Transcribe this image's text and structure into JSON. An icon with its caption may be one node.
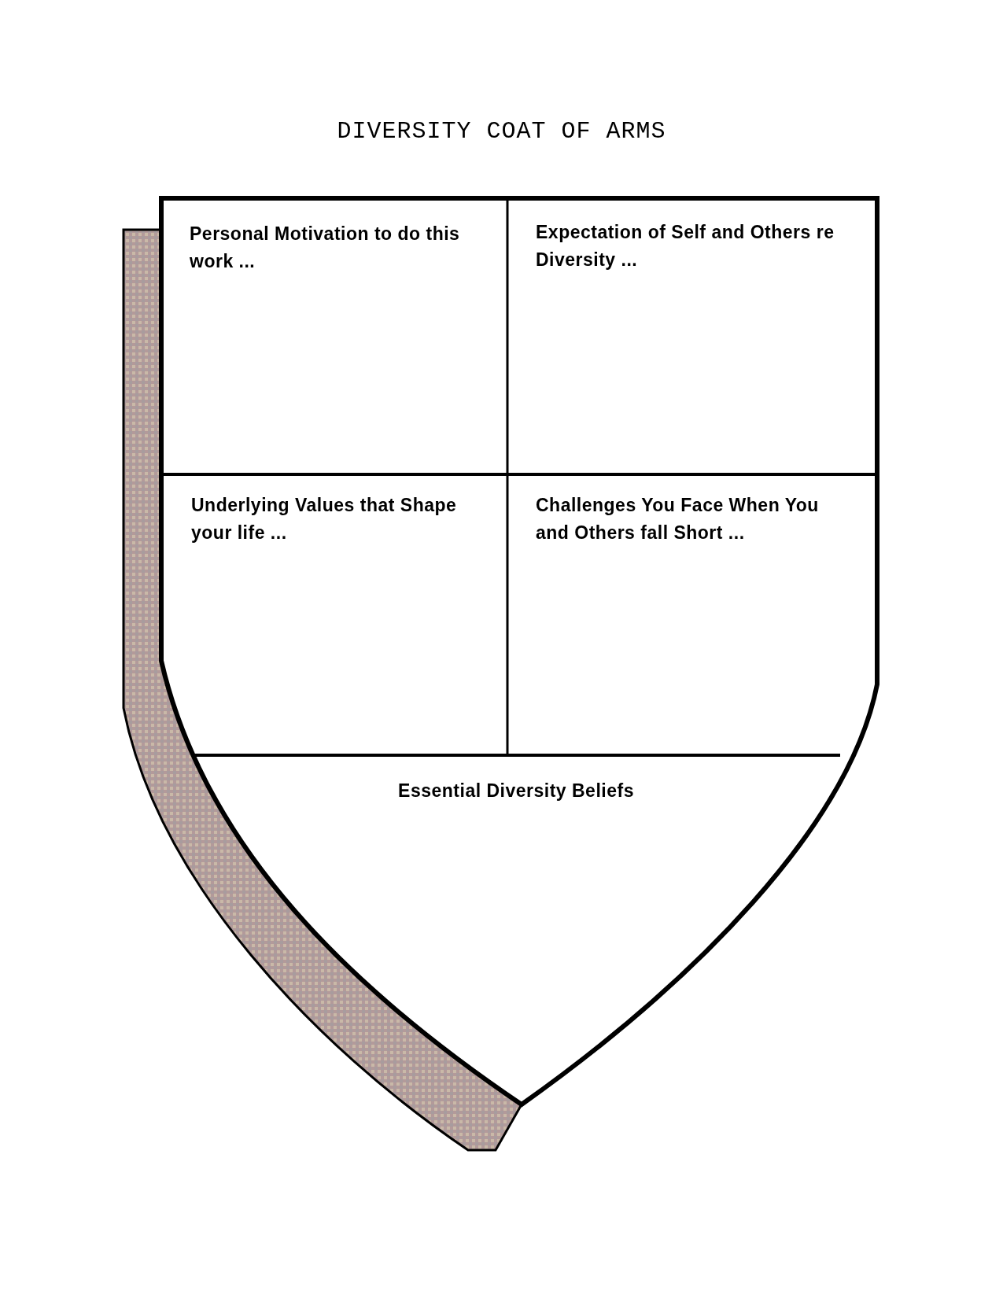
{
  "diagram": {
    "title": "DIVERSITY COAT OF ARMS",
    "nodes": [
      {
        "text": [
          "Personal Motivation to do this work ..."
        ]
      },
      {
        "text": [
          "Expectation of Self and Others re Diversity ..."
        ]
      },
      {
        "text": [
          "Underlying Values that Shape your life ..."
        ]
      },
      {
        "text": [
          "Challenges You Face When You and Others fall Short ..."
        ]
      },
      {
        "text": [
          "Essential Diversity Beliefs"
        ]
      }
    ],
    "edges": []
  }
}
